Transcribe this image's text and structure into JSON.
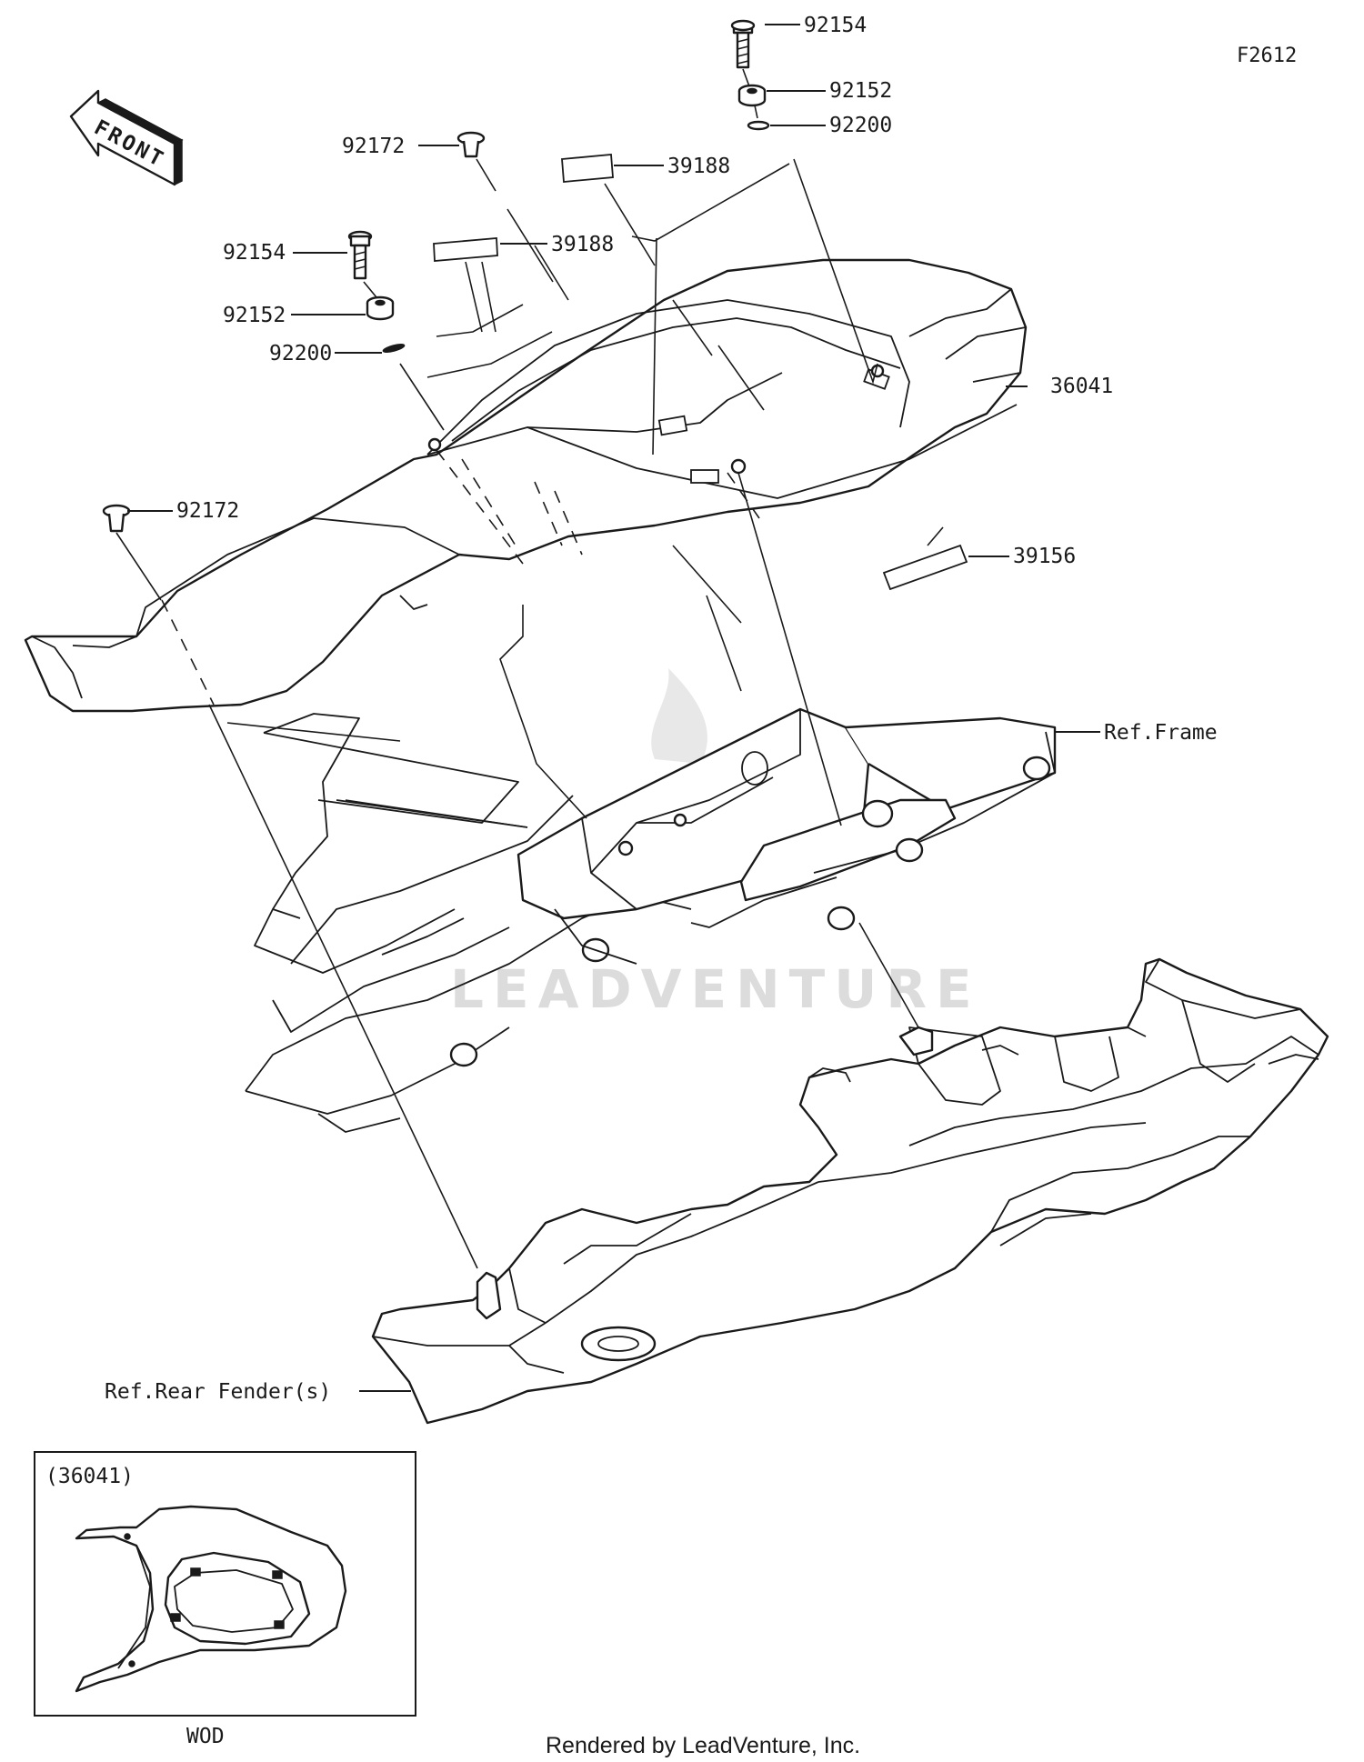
{
  "figure_id": "F2612",
  "front_label": "FRONT",
  "callouts": {
    "bolt_top": "92154",
    "washer_top": "92152",
    "ring_top": "92200",
    "rivet_top": "92172",
    "label_top": "39188",
    "label_mid": "39188",
    "bolt_left": "92154",
    "washer_left": "92152",
    "ring_left": "92200",
    "seat_cover": "36041",
    "label_rear": "39156",
    "rivet_left": "92172",
    "ref_frame": "Ref.Frame",
    "ref_fender": "Ref.Rear Fender(s)"
  },
  "inset": {
    "title": "(36041)",
    "caption": "WOD"
  },
  "watermark": "LEADVENTURE",
  "credit": "Rendered by LeadVenture, Inc."
}
